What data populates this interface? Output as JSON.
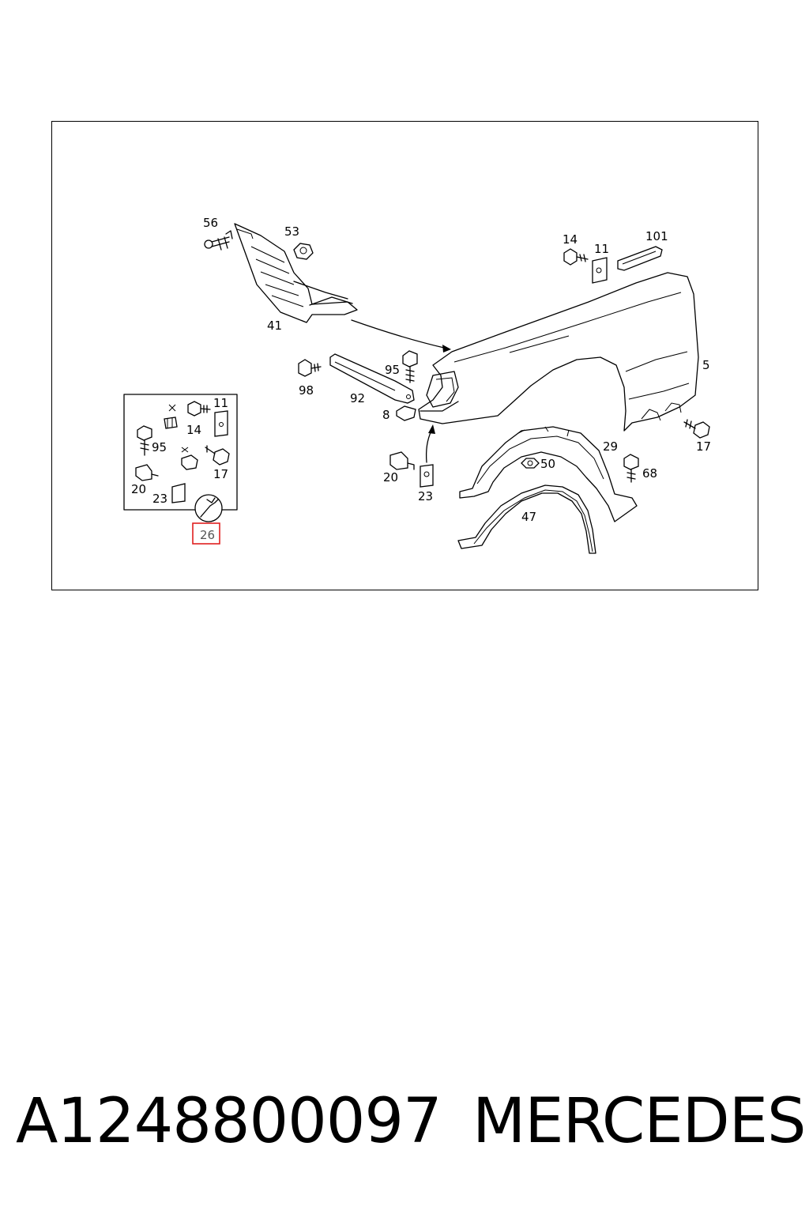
{
  "diagram": {
    "callouts": [
      {
        "id": "56",
        "label": "56"
      },
      {
        "id": "53",
        "label": "53"
      },
      {
        "id": "41",
        "label": "41"
      },
      {
        "id": "14",
        "label": "14"
      },
      {
        "id": "11",
        "label": "11"
      },
      {
        "id": "101",
        "label": "101"
      },
      {
        "id": "5",
        "label": "5"
      },
      {
        "id": "95",
        "label": "95"
      },
      {
        "id": "98",
        "label": "98"
      },
      {
        "id": "92",
        "label": "92"
      },
      {
        "id": "8",
        "label": "8"
      },
      {
        "id": "17",
        "label": "17"
      },
      {
        "id": "29",
        "label": "29"
      },
      {
        "id": "50",
        "label": "50"
      },
      {
        "id": "68",
        "label": "68"
      },
      {
        "id": "20",
        "label": "20"
      },
      {
        "id": "23",
        "label": "23"
      },
      {
        "id": "47",
        "label": "47"
      }
    ],
    "inset_callouts": [
      {
        "id": "11",
        "label": "11"
      },
      {
        "id": "14",
        "label": "14"
      },
      {
        "id": "95",
        "label": "95"
      },
      {
        "id": "17",
        "label": "17"
      },
      {
        "id": "20",
        "label": "20"
      },
      {
        "id": "23",
        "label": "23"
      }
    ],
    "highlight": {
      "label": "26",
      "color": "#e02020"
    }
  },
  "footer": {
    "part_number": "A1248800097",
    "brand": "MERCEDES"
  }
}
